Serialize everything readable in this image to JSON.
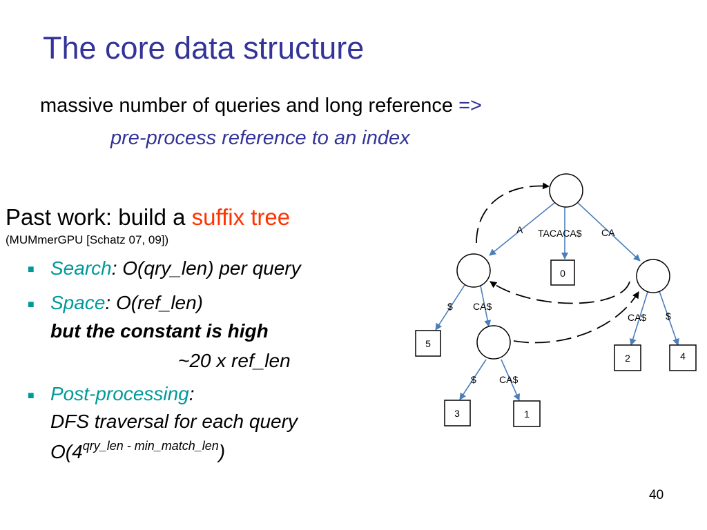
{
  "slide": {
    "title": "The core data structure",
    "intro": "massive number of queries and long reference",
    "intro_arrow": "=>",
    "intro2": "pre-process reference to an index",
    "past_prefix": "Past work: build a",
    "past_highlight": "suffix tree",
    "citation": "(MUMmerGPU [Schatz 07, 09])",
    "bullets": [
      {
        "term": "Search",
        "text": ": O(qry_len) per query"
      },
      {
        "term": "Space",
        "text": ": O(ref_len)",
        "line2": "but the constant is high",
        "line3": "~20 x ref_len"
      },
      {
        "term": "Post-processing",
        "text": ":",
        "line2": "DFS traversal for each query",
        "line3_prefix": "O(4",
        "line3_exp": "qry_len - min_match_len",
        "line3_suffix": ")"
      }
    ],
    "page_number": "40"
  },
  "tree": {
    "edge_labels": {
      "root_left": "A",
      "root_mid": "TACACA$",
      "root_right": "CA",
      "left_leaf5": "$",
      "left_child": "CA$",
      "right_leaf2": "CA$",
      "right_leaf4": "$",
      "child_leaf3": "$",
      "child_leaf1": "CA$"
    },
    "leaves": {
      "leaf0": "0",
      "leaf5": "5",
      "leaf2": "2",
      "leaf4": "4",
      "leaf3": "3",
      "leaf1": "1"
    },
    "colors": {
      "edge": "#4a7ebb",
      "link": "#000000"
    }
  }
}
